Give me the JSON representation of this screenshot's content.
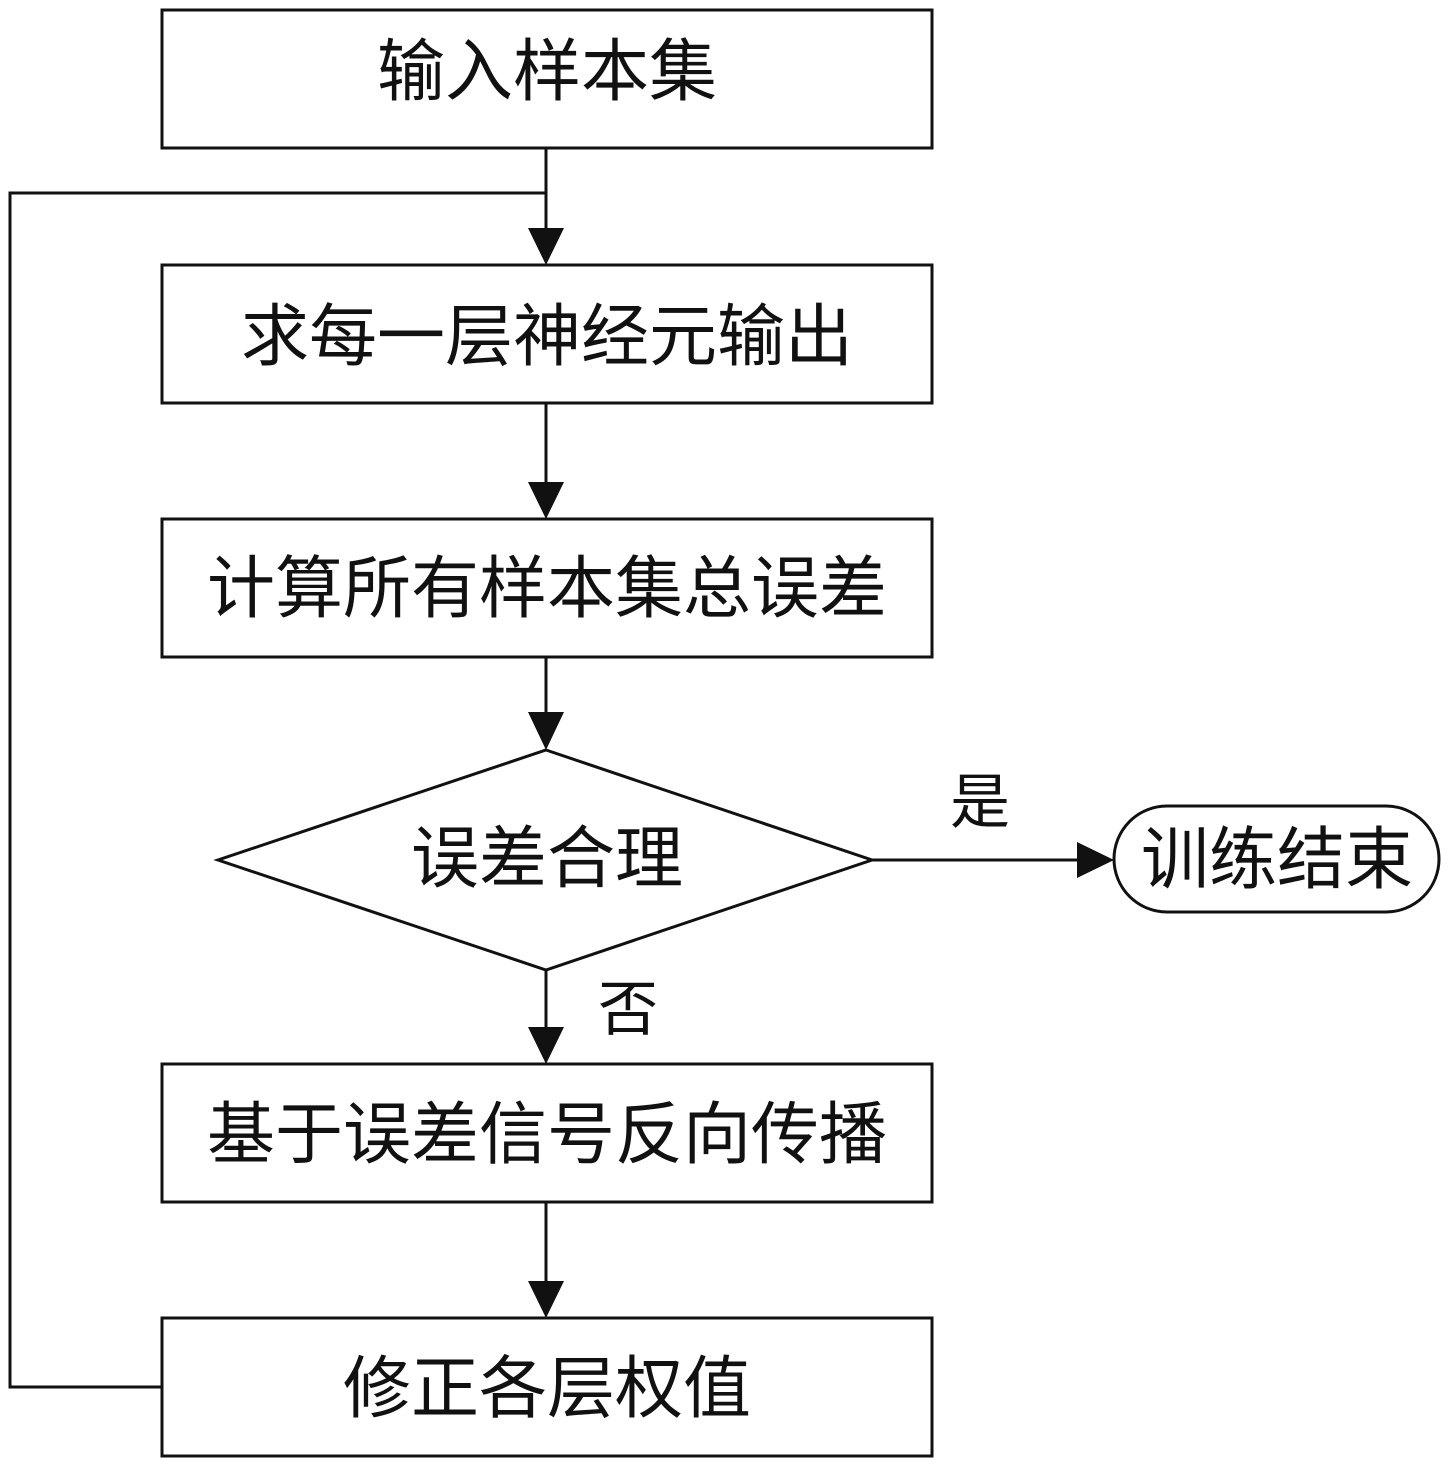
{
  "nodes": {
    "input": "输入样本集",
    "compute_output": "求每一层神经元输出",
    "compute_error": "计算所有样本集总误差",
    "decision": "误差合理",
    "end": "训练结束",
    "backprop": "基于误差信号反向传播",
    "update": "修正各层权值"
  },
  "edges": {
    "yes": "是",
    "no": "否"
  }
}
